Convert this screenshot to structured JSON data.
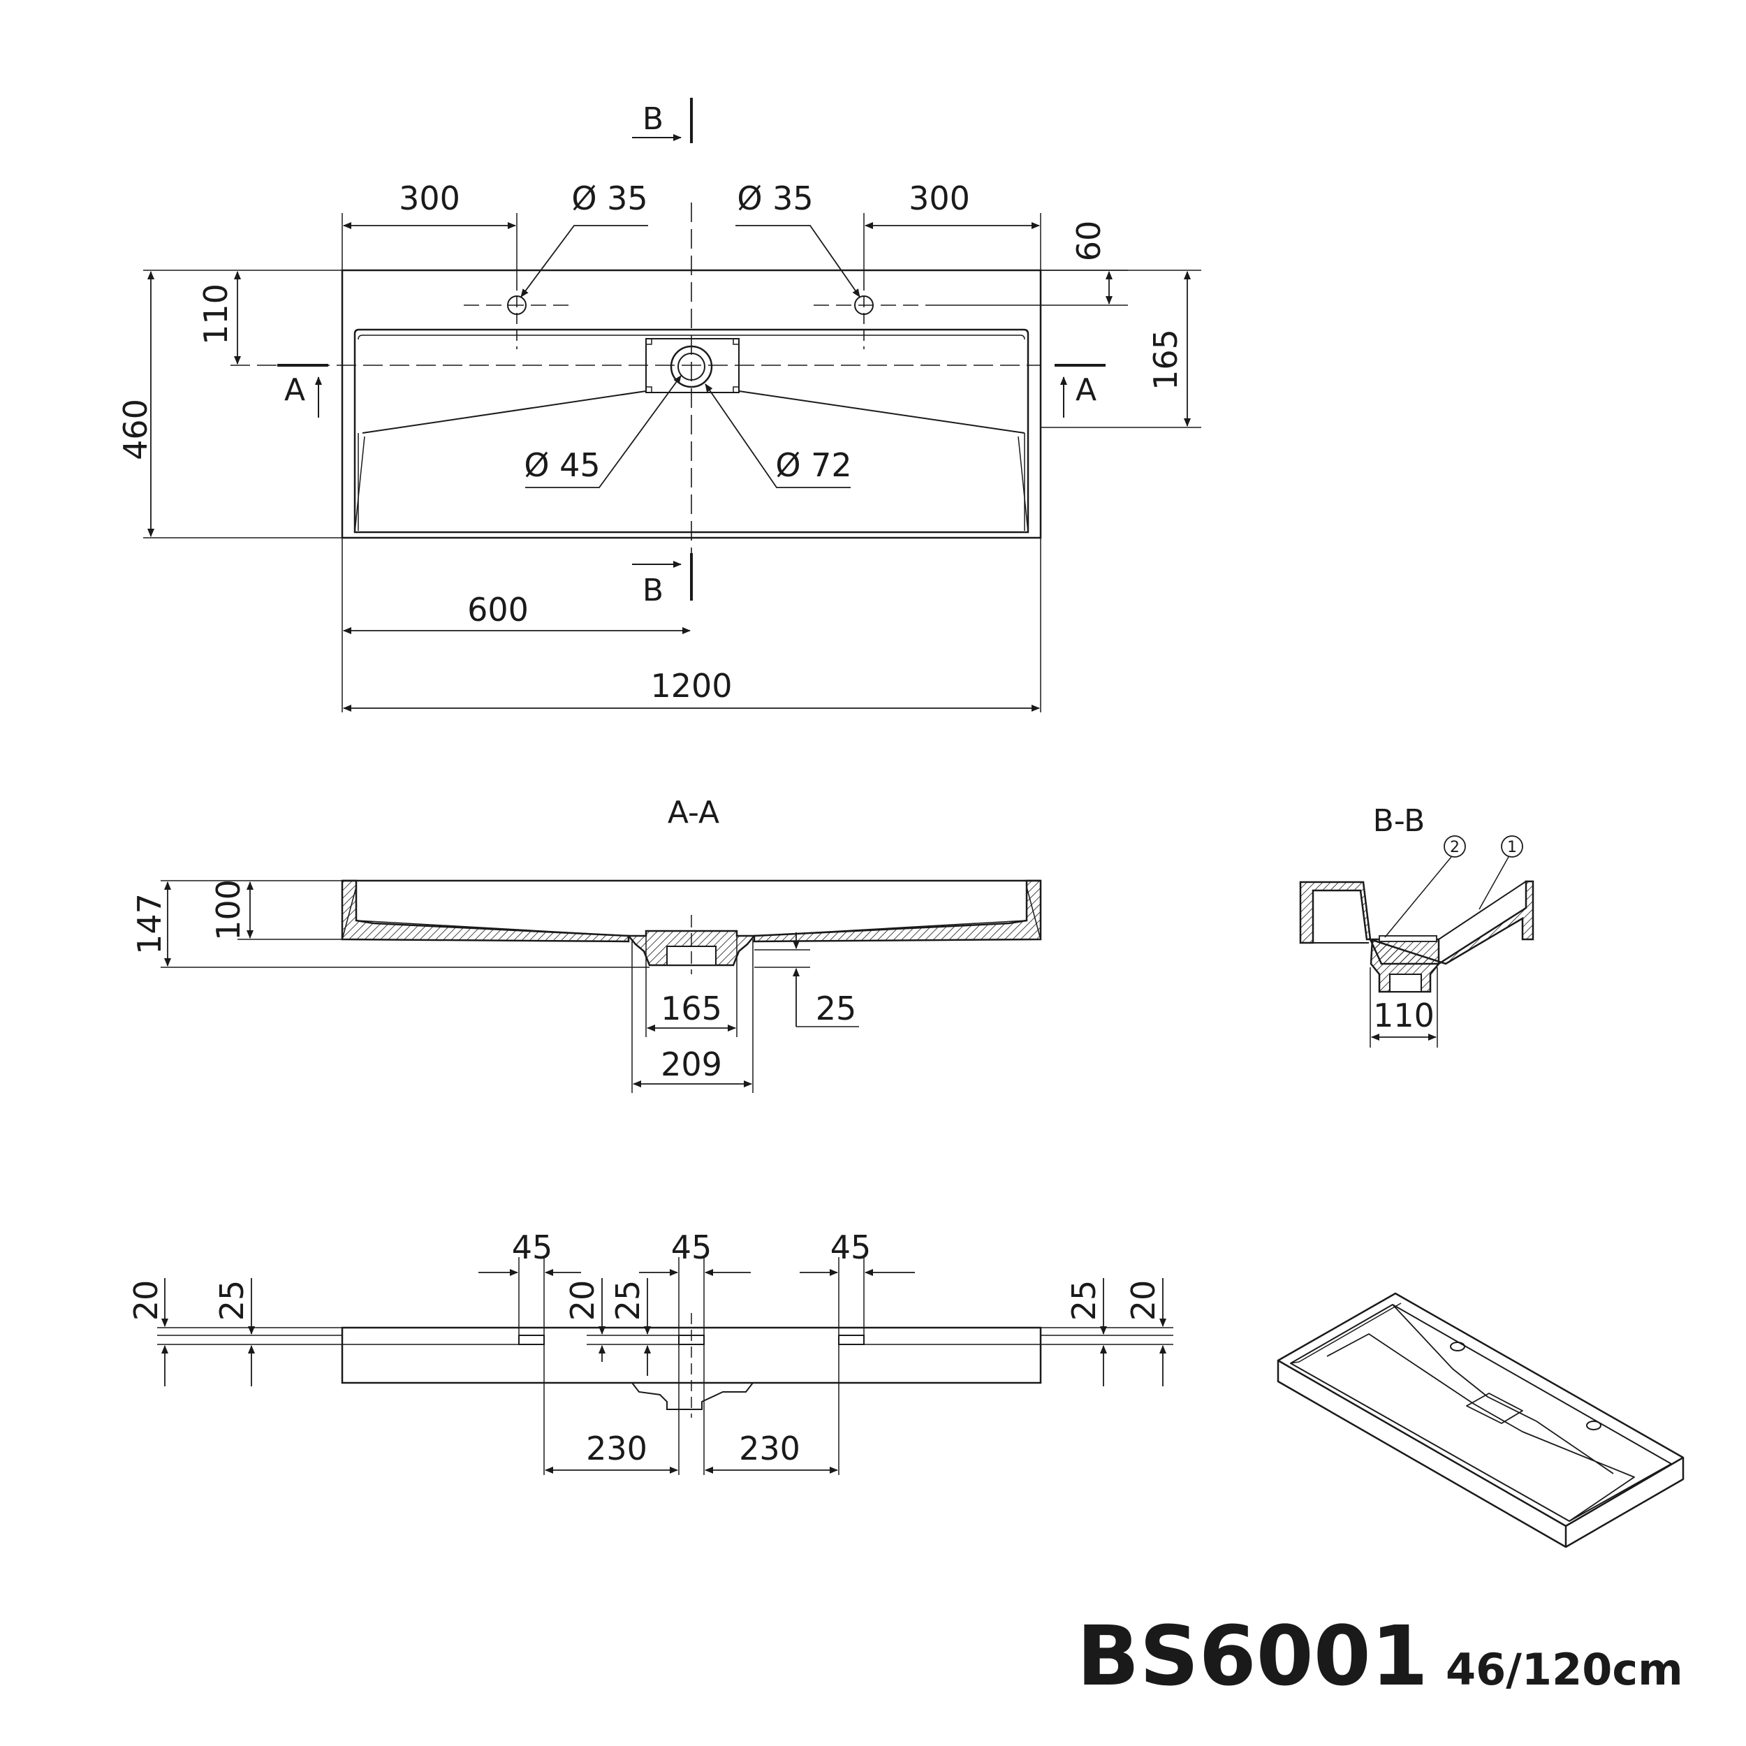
{
  "section_labels": {
    "b_top": "B",
    "b_bottom": "B",
    "a_left": "A",
    "a_right": "A",
    "aa_title": "A-A",
    "bb_title": "B-B"
  },
  "plan_dims": {
    "d300_left": "300",
    "d300_right": "300",
    "dia35_left": "Ø 35",
    "dia35_right": "Ø 35",
    "d60": "60",
    "d110": "110",
    "d460": "460",
    "d165": "165",
    "dia45": "Ø 45",
    "dia72": "Ø 72",
    "d600": "600",
    "d1200": "1200"
  },
  "aa_dims": {
    "d147": "147",
    "d100": "100",
    "d165": "165",
    "d25": "25",
    "d209": "209"
  },
  "bb_dims": {
    "callout_2": "2",
    "callout_1": "1",
    "d110": "110"
  },
  "front_dims": {
    "d45_a": "45",
    "d45_b": "45",
    "d45_c": "45",
    "d20_left": "20",
    "d25_left": "25",
    "d20_mid": "20",
    "d25_mid": "25",
    "d25_right": "25",
    "d20_right": "20",
    "d230_left": "230",
    "d230_right": "230"
  },
  "title": {
    "model": "BS6001",
    "size": "46/120cm"
  }
}
